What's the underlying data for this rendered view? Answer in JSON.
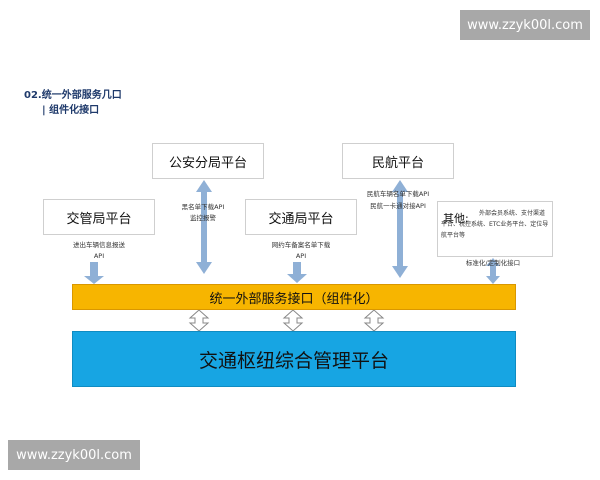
{
  "watermark": {
    "text": "www.zzyk00l.com"
  },
  "heading": {
    "line1": "02.统一外部服务几口",
    "line2": "| 组件化接口"
  },
  "boxes": {
    "police": "公安分局平台",
    "aviation": "民航平台",
    "traffic_police": "交管局平台",
    "transport": "交通局平台"
  },
  "api_labels": {
    "traffic_police": [
      "进出车辆信息报送",
      "API"
    ],
    "police": [
      "黑名单下载API",
      "监控报警"
    ],
    "transport": [
      "网约车备案名单下载",
      "API"
    ],
    "aviation": [
      "民航车辆名单下载API",
      "民航一卡通对接API"
    ],
    "other": "标准化/定制化接口"
  },
  "other_platform": {
    "title": "其他:",
    "text": "外部会员系统、支付渠道平台、税控系统、ETC业务平台、定位导航平台等"
  },
  "api_bar": {
    "label": "统一外部服务接口（组件化）"
  },
  "hub": {
    "label": "交通枢纽综合管理平台"
  },
  "colors": {
    "arrow": "#8fb0d6",
    "api_bar": "#f7b500",
    "hub": "#17a5e3",
    "heading": "#1f3a6b"
  }
}
